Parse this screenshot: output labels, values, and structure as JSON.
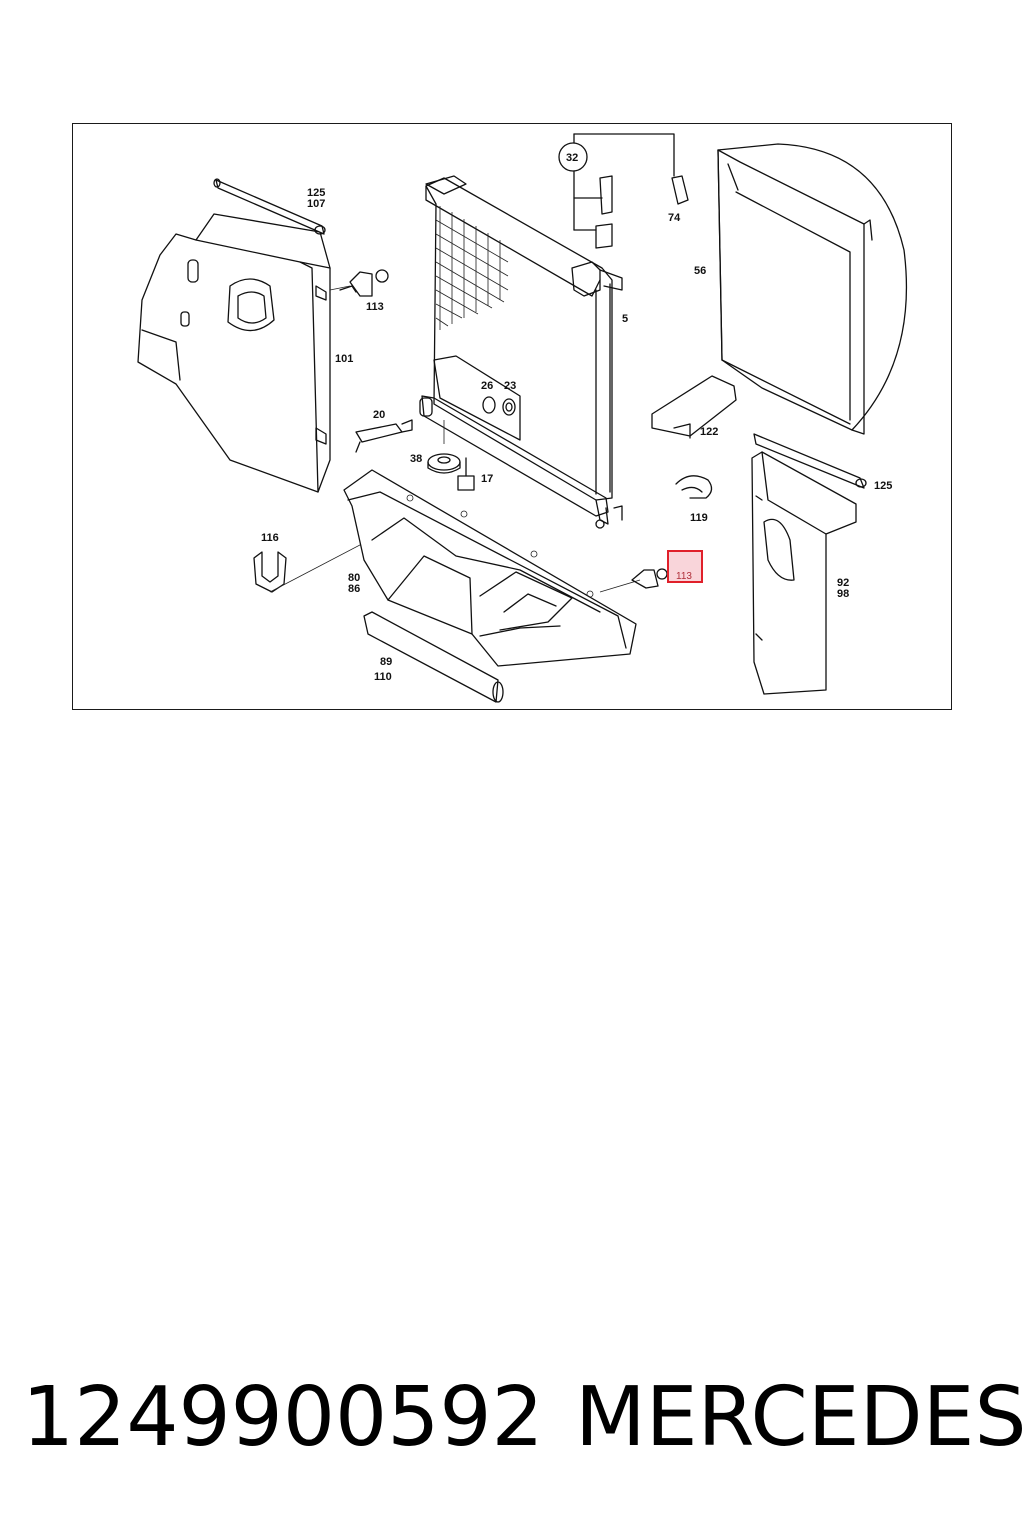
{
  "diagram": {
    "labels": {
      "l125a": "125",
      "l107": "107",
      "l113a": "113",
      "l101": "101",
      "l20": "20",
      "l38": "38",
      "l17": "17",
      "l26": "26",
      "l23": "23",
      "l32": "32",
      "l74": "74",
      "l5": "5",
      "l56": "56",
      "l122": "122",
      "l119": "119",
      "l125b": "125",
      "l116": "116",
      "l80": "80",
      "l86": "86",
      "l89": "89",
      "l110": "110",
      "l92": "92",
      "l98": "98",
      "l113b": "113"
    },
    "highlight": {
      "label": "113",
      "color": "#e0202a",
      "fill": "#f9d5da"
    }
  },
  "caption": {
    "part_number": "1249900592",
    "brand": "MERCEDES"
  }
}
